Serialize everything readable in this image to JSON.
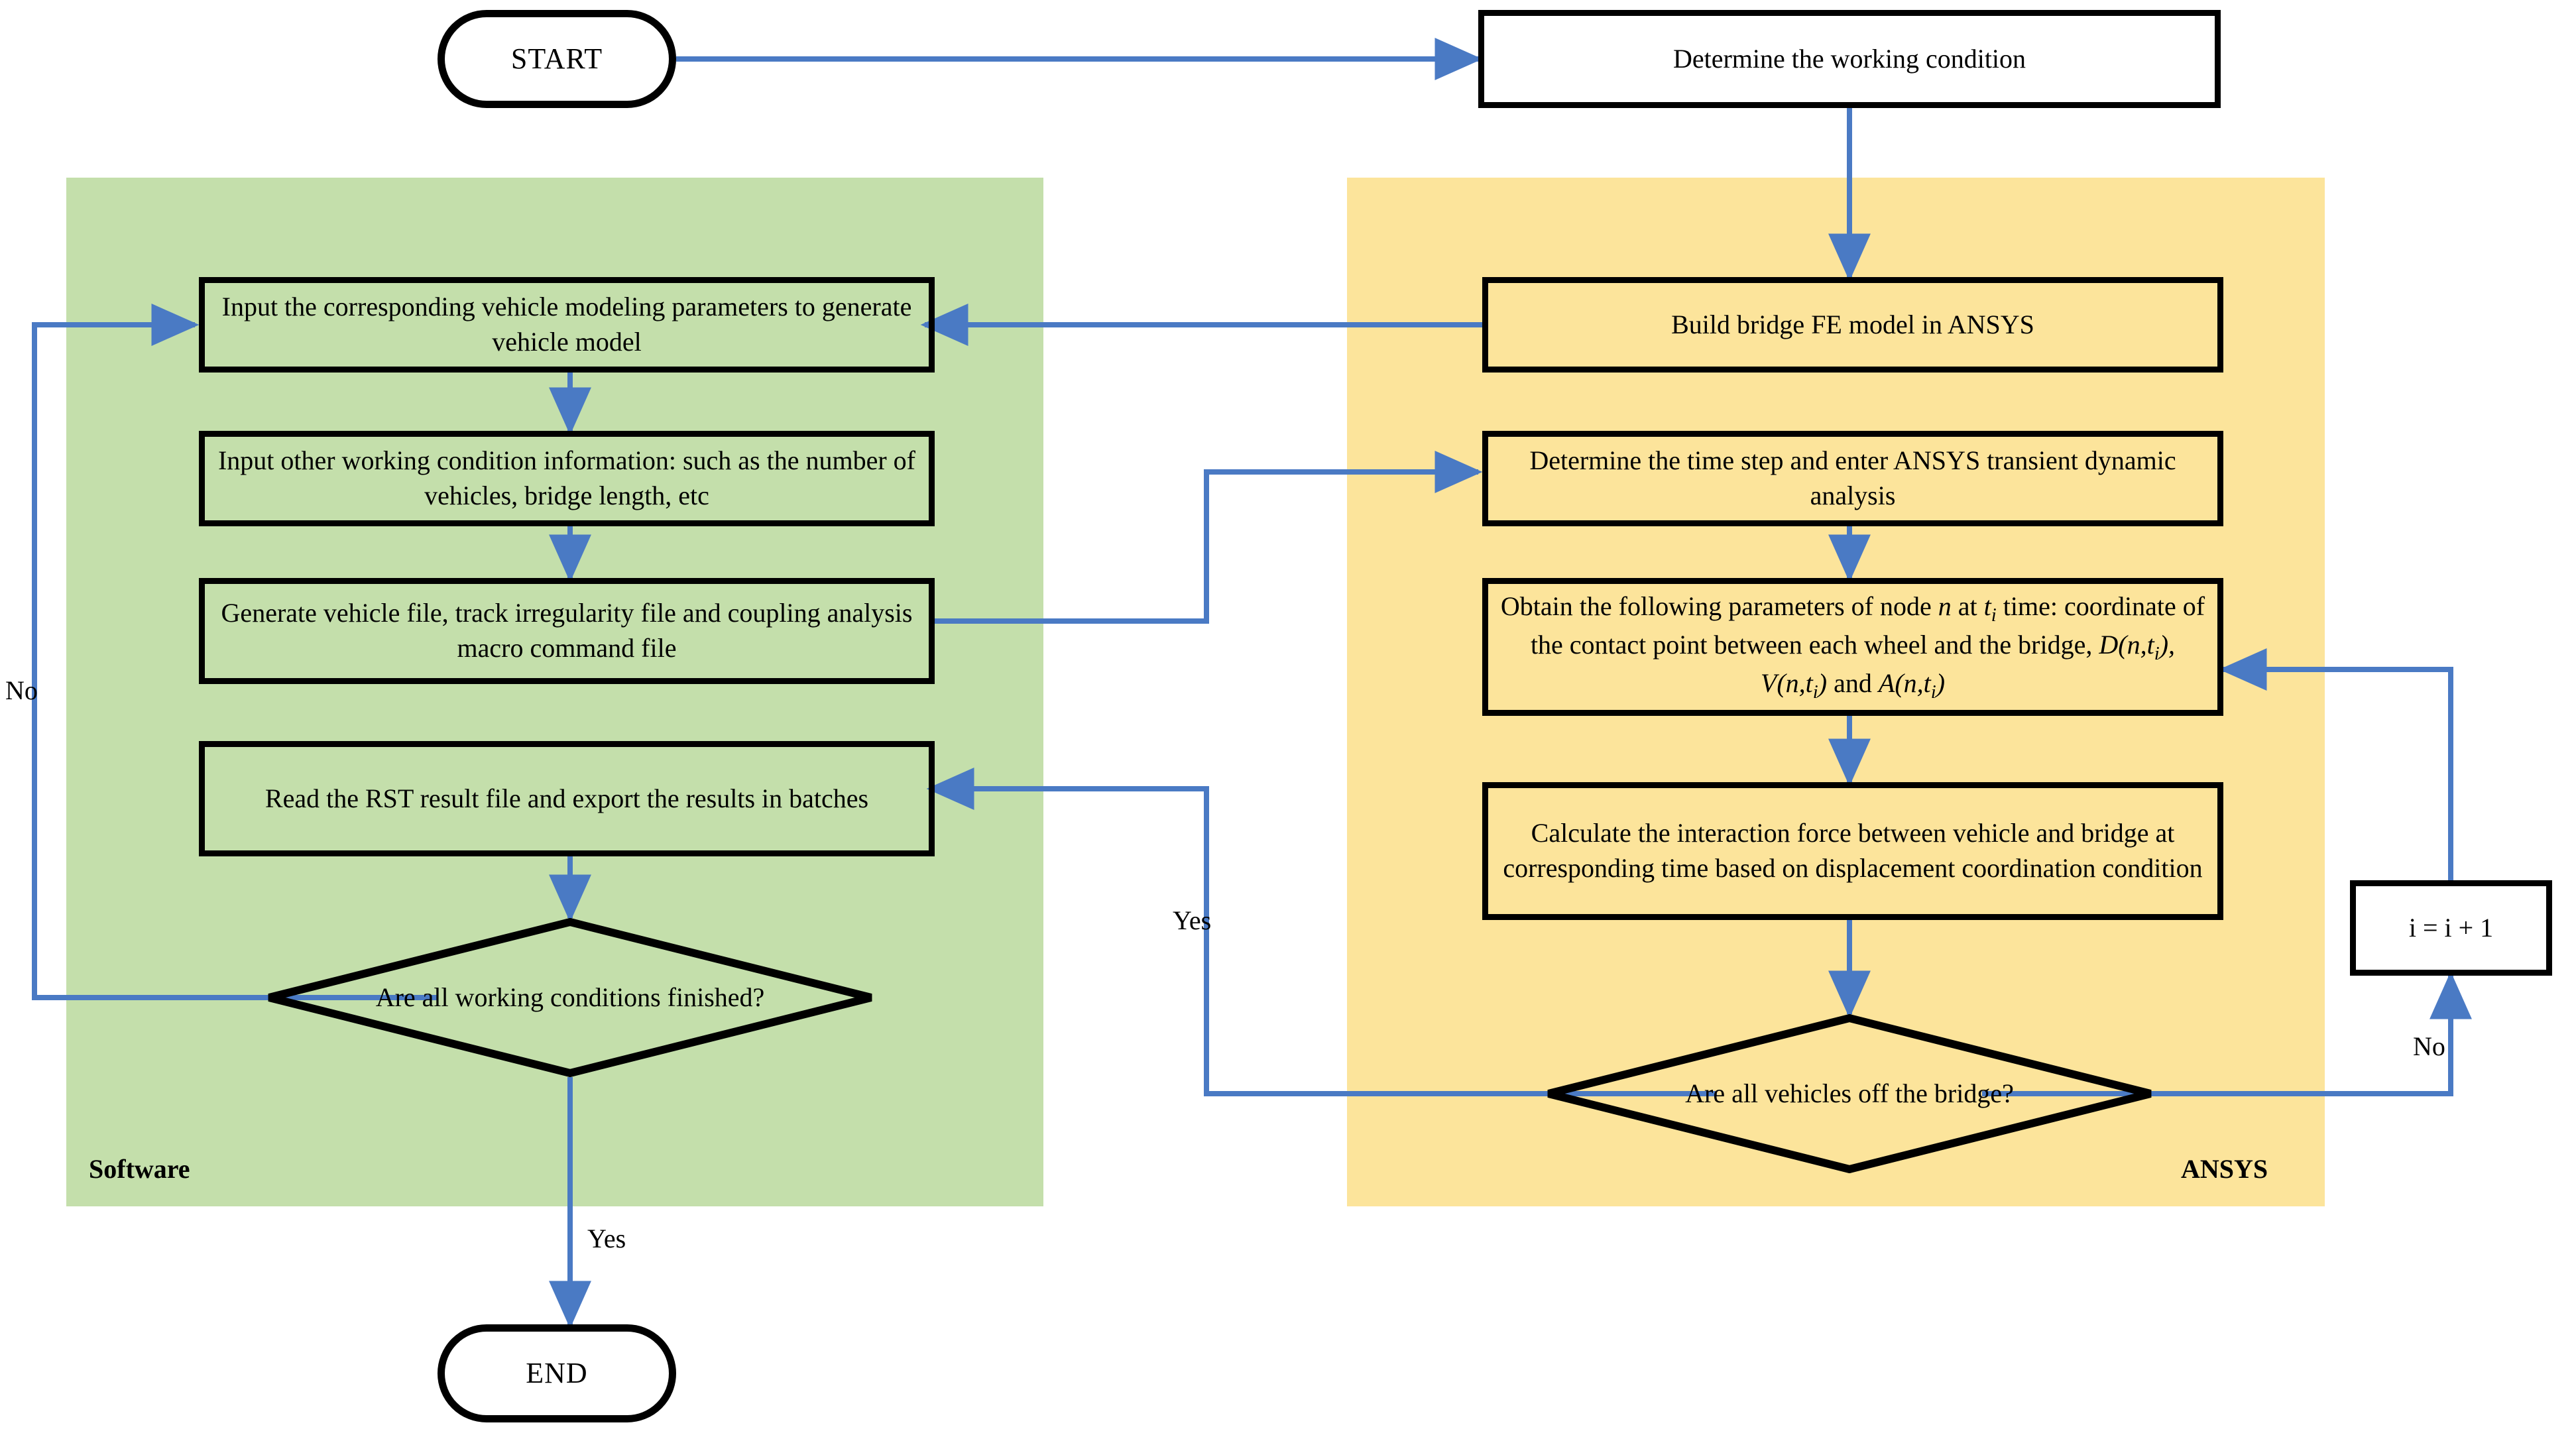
{
  "colors": {
    "software_panel": "#c4dfab",
    "ansys_panel": "#fce49b",
    "connector": "#4a7ac4",
    "node_border": "#000000",
    "node_fill_white": "#ffffff",
    "text": "#000000",
    "background": "#ffffff"
  },
  "panels": [
    {
      "id": "software",
      "label": "Software",
      "fill": "#c4dfab"
    },
    {
      "id": "ansys",
      "label": "ANSYS",
      "fill": "#fce49b"
    }
  ],
  "nodes": {
    "start": {
      "label": "START",
      "shape": "terminator"
    },
    "end": {
      "label": "END",
      "shape": "terminator"
    },
    "determine_condition": {
      "label": "Determine the working condition",
      "shape": "process"
    },
    "input_vehicle": {
      "label": "Input the corresponding vehicle modeling parameters to generate vehicle model",
      "shape": "process"
    },
    "input_other": {
      "label": "Input other working condition  information: such as the number of vehicles, bridge length, etc",
      "shape": "process"
    },
    "generate_files": {
      "label": "Generate vehicle file, track irregularity file and coupling analysis macro command file",
      "shape": "process"
    },
    "read_rst": {
      "label": "Read the RST result file and export the results in batches",
      "shape": "process"
    },
    "all_conditions": {
      "label": "Are all working conditions finished?",
      "shape": "decision"
    },
    "build_fe": {
      "label": "Build bridge FE model in ANSYS",
      "shape": "process"
    },
    "time_step": {
      "label": "Determine the time step and enter ANSYS transient dynamic analysis",
      "shape": "process"
    },
    "obtain_params": {
      "shape": "process",
      "line1_a": "Obtain the following parameters of node ",
      "line1_n": "n",
      "line1_b": " at ",
      "line1_t": "t",
      "line1_i": "i",
      "line2": "time: coordinate of the contact point between each",
      "line3_a": "wheel and the bridge, ",
      "line3_D": "D",
      "line3_Dargs": "(n,t",
      "line3_Di": "i",
      "line3_Dclose": "),",
      "line3_V": "V",
      "line3_Vargs": "(n,t",
      "line3_Vi": "i",
      "line3_Vclose": ")",
      "line3_and": " and ",
      "line3_A": "A",
      "line3_Aargs": "(n,t",
      "line3_Ai": "i",
      "line3_Aclose": ")"
    },
    "calc_force": {
      "label": "Calculate the interaction force between vehicle and bridge at corresponding time based on displacement coordination condition",
      "shape": "process"
    },
    "all_vehicles_off": {
      "label": "Are all vehicles off the bridge?",
      "shape": "decision"
    },
    "increment": {
      "label": "i = i + 1",
      "shape": "process"
    }
  },
  "edge_labels": {
    "no_left": "No",
    "yes_left": "Yes",
    "yes_middle": "Yes",
    "no_right": "No"
  }
}
